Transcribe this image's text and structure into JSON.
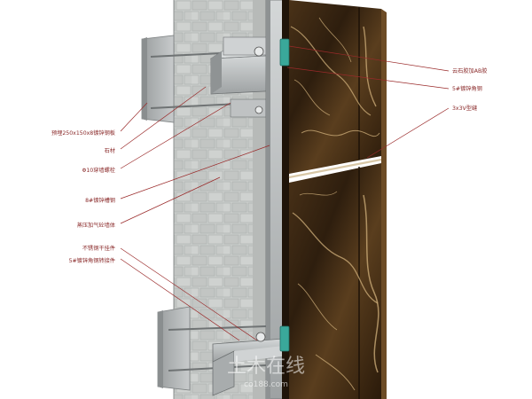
{
  "labels": {
    "left": [
      "预埋250x150x8镀锌钢板",
      "石材",
      "Φ10穿墙螺栓",
      "8#镀锌槽钢",
      "蒸压加气砼墙体",
      "不锈钢干挂件",
      "5#镀锌角钢转接件"
    ],
    "right": [
      "云石胶加AB胶",
      "5#镀锌角钢",
      "3x3V型缝"
    ]
  },
  "watermark": {
    "main": "土木在线",
    "sub": "co188.com"
  },
  "colors": {
    "leader": "#9a2a2a",
    "label": "#8a2a2a",
    "marble_dark": "#3a2714",
    "marble_light": "#c9a36a",
    "block": "#c9ccca",
    "steel": "#b4b8b9",
    "clip": "#3aa89a"
  }
}
